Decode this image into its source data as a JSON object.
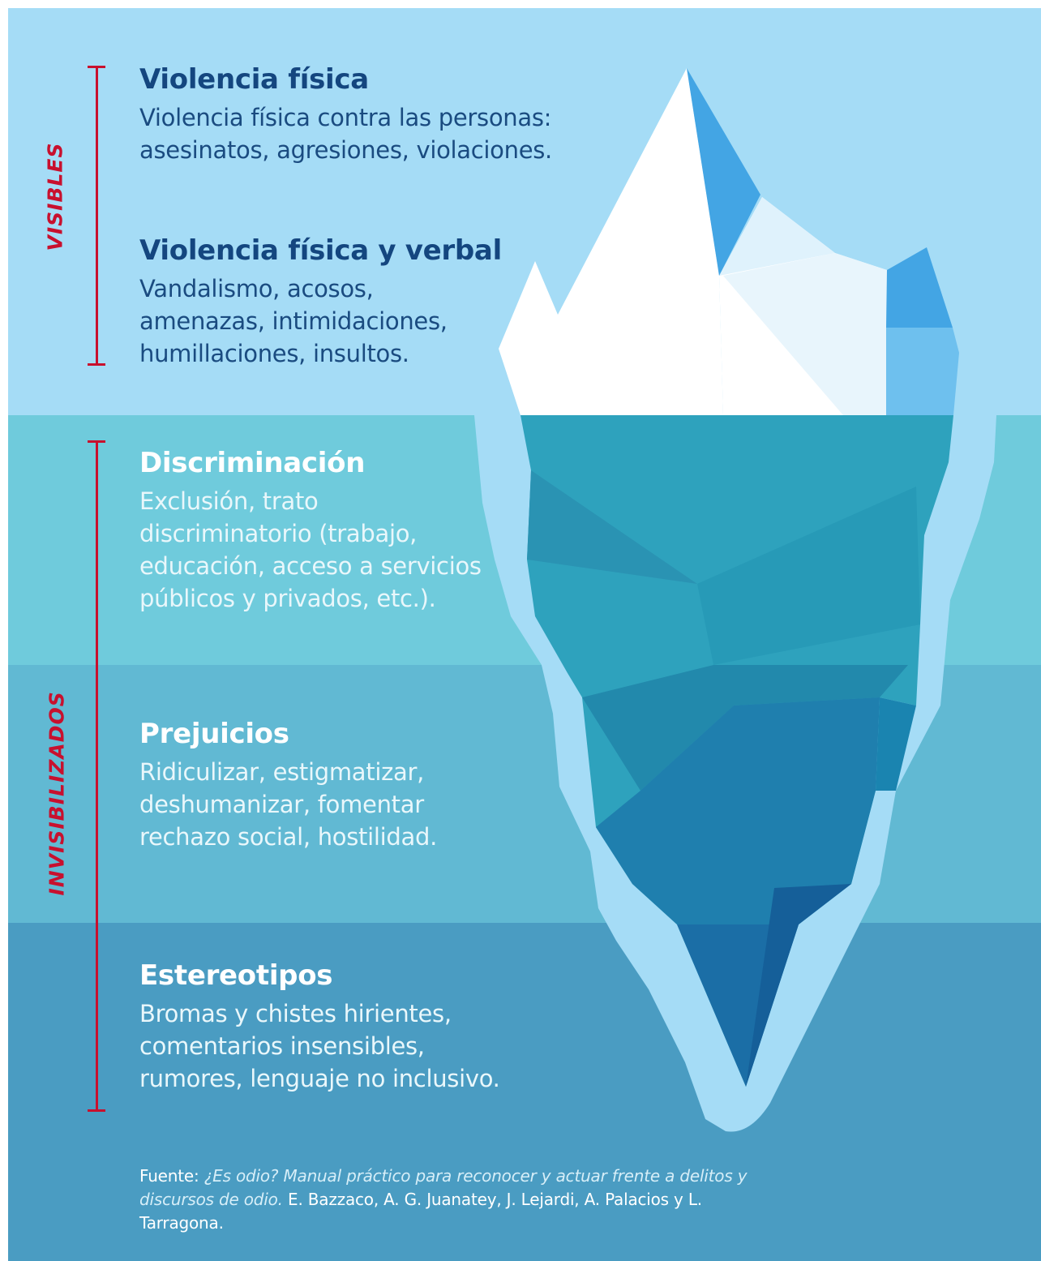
{
  "colors": {
    "visible_band": "#a5dcf6",
    "band_2": "#6fcbdc",
    "band_3": "#61b9d3",
    "band_4": "#4a9cc2",
    "accent_red": "#c8102e",
    "heading_dark": "#14467f"
  },
  "groups": {
    "visible_label": "VISIBLES",
    "hidden_label": "INVISIBILIZADOS"
  },
  "levels": [
    {
      "title": "Violencia física",
      "description": "Violencia física contra las personas:\nasesinatos, agresiones, violaciones."
    },
    {
      "title": "Violencia física y verbal",
      "description": "Vandalismo, acosos,\namenazas, intimidaciones,\nhumillaciones, insultos."
    },
    {
      "title": "Discriminación",
      "description": "Exclusión, trato\ndiscriminatorio (trabajo,\neducación, acceso a servicios\npúblicos y privados, etc.)."
    },
    {
      "title": "Prejuicios",
      "description": "Ridiculizar, estigmatizar,\ndeshumanizar, fomentar\nrechazo social, hostilidad."
    },
    {
      "title": "Estereotipos",
      "description": "Bromas y chistes hirientes,\ncomentarios insensibles,\nrumores, lenguaje no inclusivo."
    }
  ],
  "source": {
    "label": "Fuente:",
    "title": "¿Es odio? Manual práctico para reconocer y actuar frente a delitos y discursos de odio.",
    "authors": "E. Bazzaco, A. G. Juanatey, J. Lejardi, A. Palacios y L. Tarragona."
  }
}
